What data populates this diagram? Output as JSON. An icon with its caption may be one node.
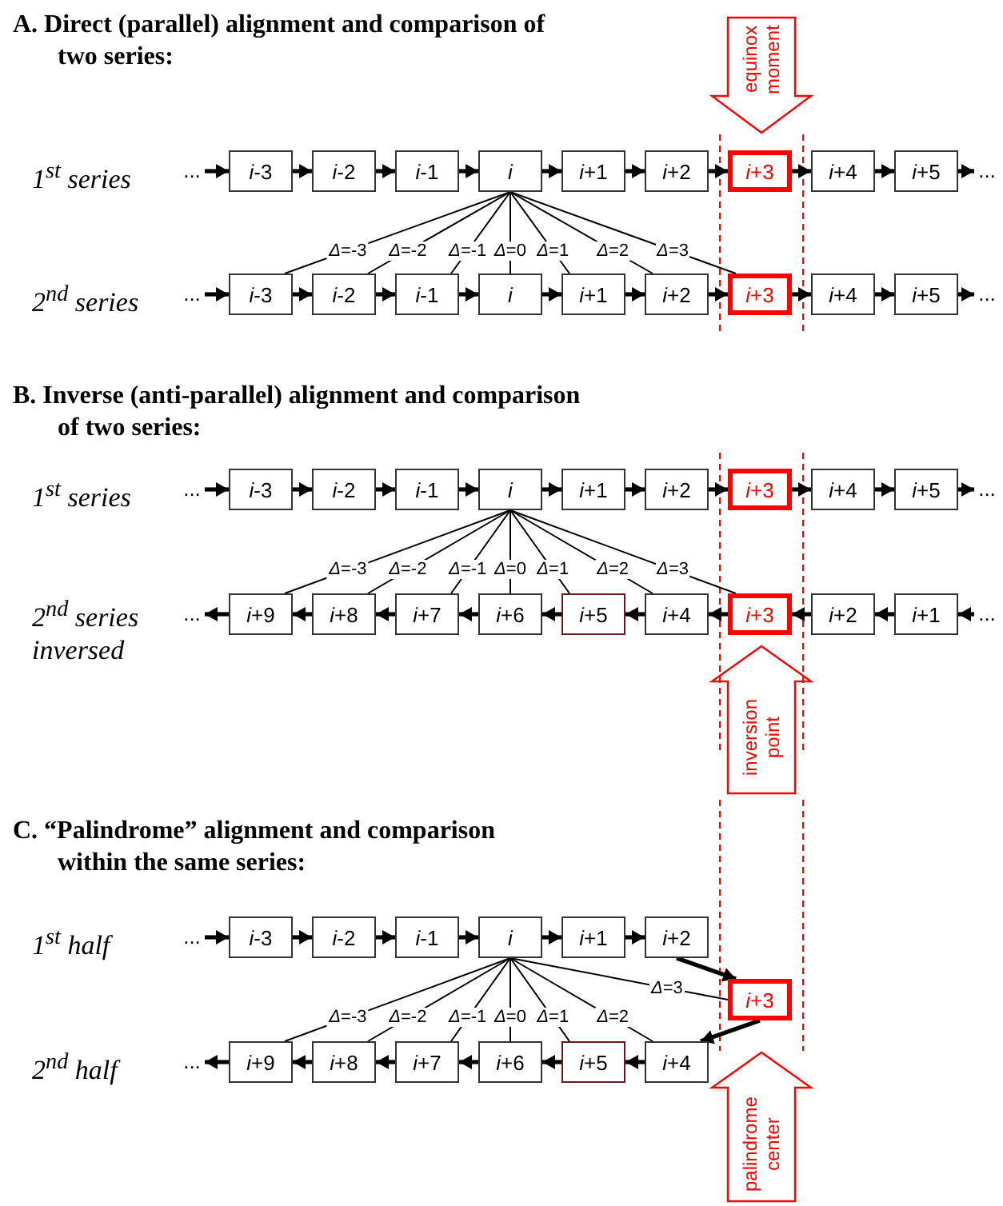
{
  "diagram": {
    "nodes": [
      {
        "text": [
          "equinox moment"
        ]
      },
      {
        "text": [
          "..."
        ]
      },
      {
        "text": [
          "*i*-3"
        ]
      },
      {
        "text": [
          "*i*-2"
        ]
      },
      {
        "text": [
          "*i*-1"
        ]
      },
      {
        "text": [
          "*i*"
        ]
      },
      {
        "text": [
          "*i*+1"
        ]
      },
      {
        "text": [
          "*i*+2"
        ]
      },
      {
        "text": [
          "*i*+3"
        ]
      },
      {
        "text": [
          "*i*+4"
        ]
      },
      {
        "text": [
          "*i*+5"
        ]
      },
      {
        "text": [
          "..."
        ]
      },
      {
        "text": [
          "..."
        ]
      },
      {
        "text": [
          "*i*-3"
        ]
      },
      {
        "text": [
          "*i*-2"
        ]
      },
      {
        "text": [
          "*i*-1"
        ]
      },
      {
        "text": [
          "*i*"
        ]
      },
      {
        "text": [
          "*i*+1"
        ]
      },
      {
        "text": [
          "*i*+2"
        ]
      },
      {
        "text": [
          "*i*+3"
        ]
      },
      {
        "text": [
          "*i*+4"
        ]
      },
      {
        "text": [
          "*i*+5"
        ]
      },
      {
        "text": [
          "..."
        ]
      },
      {
        "text": [
          "..."
        ]
      },
      {
        "text": [
          "*i*-3"
        ]
      },
      {
        "text": [
          "*i*-2"
        ]
      },
      {
        "text": [
          "*i*-1"
        ]
      },
      {
        "text": [
          "*i*"
        ]
      },
      {
        "text": [
          "*i*+1"
        ]
      },
      {
        "text": [
          "*i*+2"
        ]
      },
      {
        "text": [
          "*i*+3"
        ]
      },
      {
        "text": [
          "*i*+4"
        ]
      },
      {
        "text": [
          "*i*+5"
        ]
      },
      {
        "text": [
          "..."
        ]
      },
      {
        "text": [
          "..."
        ]
      },
      {
        "text": [
          "*i*+9"
        ]
      },
      {
        "text": [
          "*i*+8"
        ]
      },
      {
        "text": [
          "*i*+7"
        ]
      },
      {
        "text": [
          "*i*+6"
        ]
      },
      {
        "text": [
          "*i*+5"
        ]
      },
      {
        "text": [
          "*i*+4"
        ]
      },
      {
        "text": [
          "*i*+3"
        ]
      },
      {
        "text": [
          "*i*+2"
        ]
      },
      {
        "text": [
          "*i*+1"
        ]
      },
      {
        "text": [
          "..."
        ]
      },
      {
        "text": [
          "inversion point"
        ]
      },
      {
        "text": [
          "..."
        ]
      },
      {
        "text": [
          "*i*-3"
        ]
      },
      {
        "text": [
          "*i*-2"
        ]
      },
      {
        "text": [
          "*i*-1"
        ]
      },
      {
        "text": [
          "*i*"
        ]
      },
      {
        "text": [
          "*i*+1"
        ]
      },
      {
        "text": [
          "*i*+2"
        ]
      },
      {
        "text": [
          "*i*+3"
        ]
      },
      {
        "text": [
          "..."
        ]
      },
      {
        "text": [
          "*i*+9"
        ]
      },
      {
        "text": [
          "*i*+8"
        ]
      },
      {
        "text": [
          "*i*+7"
        ]
      },
      {
        "text": [
          "*i*+6"
        ]
      },
      {
        "text": [
          "*i*+5"
        ]
      },
      {
        "text": [
          "*i*+4"
        ]
      },
      {
        "text": [
          "palindrome center"
        ]
      }
    ],
    "edges": [
      {
        "from": 1,
        "to": 2,
        "arrow": "to"
      },
      {
        "from": 2,
        "to": 3,
        "arrow": "to"
      },
      {
        "from": 3,
        "to": 4,
        "arrow": "to"
      },
      {
        "from": 4,
        "to": 5,
        "arrow": "to"
      },
      {
        "from": 5,
        "to": 6,
        "arrow": "to"
      },
      {
        "from": 6,
        "to": 7,
        "arrow": "to"
      },
      {
        "from": 7,
        "to": 8,
        "arrow": "to"
      },
      {
        "from": 8,
        "to": 9,
        "arrow": "to"
      },
      {
        "from": 9,
        "to": 10,
        "arrow": "to"
      },
      {
        "from": 10,
        "to": 11,
        "arrow": "to"
      },
      {
        "from": 12,
        "to": 13,
        "arrow": "to"
      },
      {
        "from": 13,
        "to": 14,
        "arrow": "to"
      },
      {
        "from": 14,
        "to": 15,
        "arrow": "to"
      },
      {
        "from": 15,
        "to": 16,
        "arrow": "to"
      },
      {
        "from": 16,
        "to": 17,
        "arrow": "to"
      },
      {
        "from": 17,
        "to": 18,
        "arrow": "to"
      },
      {
        "from": 18,
        "to": 19,
        "arrow": "to"
      },
      {
        "from": 19,
        "to": 20,
        "arrow": "to"
      },
      {
        "from": 20,
        "to": 21,
        "arrow": "to"
      },
      {
        "from": 21,
        "to": 22,
        "arrow": "to"
      },
      {
        "from": 5,
        "to": 13,
        "arrow": "none",
        "label": "*Δ*=-3"
      },
      {
        "from": 5,
        "to": 14,
        "arrow": "none",
        "label": "*Δ*=-2"
      },
      {
        "from": 5,
        "to": 15,
        "arrow": "none",
        "label": "*Δ*=-1"
      },
      {
        "from": 5,
        "to": 16,
        "arrow": "none",
        "label": "*Δ*=0"
      },
      {
        "from": 5,
        "to": 17,
        "arrow": "none",
        "label": "*Δ*=1"
      },
      {
        "from": 5,
        "to": 18,
        "arrow": "none",
        "label": "*Δ*=2"
      },
      {
        "from": 5,
        "to": 19,
        "arrow": "none",
        "label": "*Δ*=3"
      },
      {
        "from": 23,
        "to": 24,
        "arrow": "to"
      },
      {
        "from": 24,
        "to": 25,
        "arrow": "to"
      },
      {
        "from": 25,
        "to": 26,
        "arrow": "to"
      },
      {
        "from": 26,
        "to": 27,
        "arrow": "to"
      },
      {
        "from": 27,
        "to": 28,
        "arrow": "to"
      },
      {
        "from": 28,
        "to": 29,
        "arrow": "to"
      },
      {
        "from": 29,
        "to": 30,
        "arrow": "to"
      },
      {
        "from": 30,
        "to": 31,
        "arrow": "to"
      },
      {
        "from": 31,
        "to": 32,
        "arrow": "to"
      },
      {
        "from": 32,
        "to": 33,
        "arrow": "to"
      },
      {
        "from": 44,
        "to": 43,
        "arrow": "to"
      },
      {
        "from": 43,
        "to": 42,
        "arrow": "to"
      },
      {
        "from": 42,
        "to": 41,
        "arrow": "to"
      },
      {
        "from": 41,
        "to": 40,
        "arrow": "to"
      },
      {
        "from": 40,
        "to": 39,
        "arrow": "to"
      },
      {
        "from": 39,
        "to": 38,
        "arrow": "to"
      },
      {
        "from": 38,
        "to": 37,
        "arrow": "to"
      },
      {
        "from": 37,
        "to": 36,
        "arrow": "to"
      },
      {
        "from": 36,
        "to": 35,
        "arrow": "to"
      },
      {
        "from": 35,
        "to": 34,
        "arrow": "to"
      },
      {
        "from": 27,
        "to": 35,
        "arrow": "none",
        "label": "*Δ*=-3"
      },
      {
        "from": 27,
        "to": 36,
        "arrow": "none",
        "label": "*Δ*=-2"
      },
      {
        "from": 27,
        "to": 37,
        "arrow": "none",
        "label": "*Δ*=-1"
      },
      {
        "from": 27,
        "to": 38,
        "arrow": "none",
        "label": "*Δ*=0"
      },
      {
        "from": 27,
        "to": 39,
        "arrow": "none",
        "label": "*Δ*=1"
      },
      {
        "from": 27,
        "to": 40,
        "arrow": "none",
        "label": "*Δ*=2"
      },
      {
        "from": 27,
        "to": 41,
        "arrow": "none",
        "label": "*Δ*=3"
      },
      {
        "from": 46,
        "to": 47,
        "arrow": "to"
      },
      {
        "from": 47,
        "to": 48,
        "arrow": "to"
      },
      {
        "from": 48,
        "to": 49,
        "arrow": "to"
      },
      {
        "from": 49,
        "to": 50,
        "arrow": "to"
      },
      {
        "from": 50,
        "to": 51,
        "arrow": "to"
      },
      {
        "from": 51,
        "to": 52,
        "arrow": "to"
      },
      {
        "from": 52,
        "to": 53,
        "arrow": "to"
      },
      {
        "from": 53,
        "to": 60,
        "arrow": "to"
      },
      {
        "from": 60,
        "to": 59,
        "arrow": "to"
      },
      {
        "from": 59,
        "to": 58,
        "arrow": "to"
      },
      {
        "from": 58,
        "to": 57,
        "arrow": "to"
      },
      {
        "from": 57,
        "to": 56,
        "arrow": "to"
      },
      {
        "from": 56,
        "to": 55,
        "arrow": "to"
      },
      {
        "from": 55,
        "to": 54,
        "arrow": "to"
      },
      {
        "from": 50,
        "to": 55,
        "arrow": "none",
        "label": "*Δ*=-3"
      },
      {
        "from": 50,
        "to": 56,
        "arrow": "none",
        "label": "*Δ*=-2"
      },
      {
        "from": 50,
        "to": 57,
        "arrow": "none",
        "label": "*Δ*=-1"
      },
      {
        "from": 50,
        "to": 58,
        "arrow": "none",
        "label": "*Δ*=0"
      },
      {
        "from": 50,
        "to": 59,
        "arrow": "none",
        "label": "*Δ*=1"
      },
      {
        "from": 50,
        "to": 60,
        "arrow": "none",
        "label": "*Δ*=2"
      },
      {
        "from": 50,
        "to": 53,
        "arrow": "none",
        "label": "*Δ*=3"
      }
    ],
    "labels": [
      "A. Direct (parallel) alignment and comparison of two series:",
      "1$^{st}$ series",
      "2$^{nd}$ series",
      "B. Inverse (anti-parallel) alignment and comparison of two series:",
      "1$^{st}$ series",
      "2$^{nd}$ series inversed",
      "C. “Palindrome” alignment and comparison within the same series:",
      "1$^{st}$ half",
      "2$^{nd}$ half"
    ]
  }
}
